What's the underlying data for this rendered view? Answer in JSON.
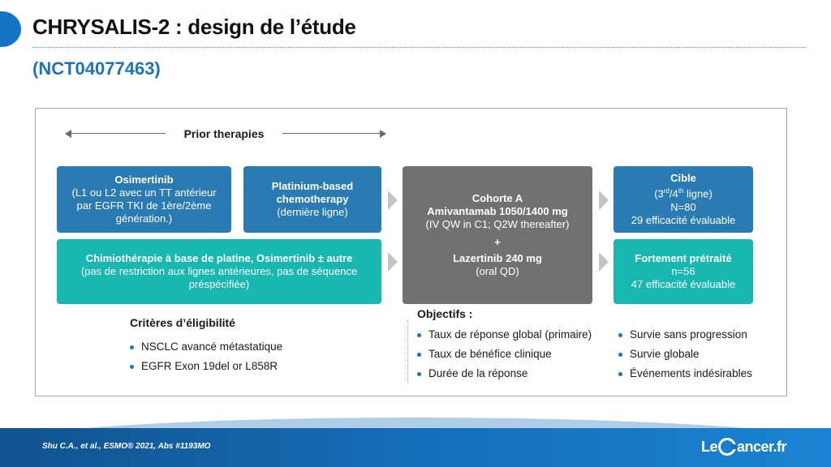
{
  "header": {
    "title": "CHRYSALIS-2 : design de l’étude",
    "subtitle": "(NCT04077463)"
  },
  "prior_label": "Prior therapies",
  "boxes": {
    "osimertinib": {
      "title": "Osimertinib",
      "body": "(L1 ou L2 avec un TT antérieur par EGFR TKI de 1ère/2ème génération.)"
    },
    "platinium": {
      "title": "Platinium-based chemotherapy",
      "body": "(dernière ligne)"
    },
    "chimio": {
      "title": "Chimiothérapie à base de platine, Osimertinib ± autre",
      "body": "(pas de restriction aux lignes antérieures, pas de séquence préspécifiée)"
    },
    "cohort": {
      "line1": "Cohorte A",
      "line2": "Amivantamab 1050/1400 mg",
      "line3": "(IV QW in C1; Q2W thereafter)",
      "plus": "+",
      "line4": "Lazertinib 240 mg",
      "line5": "(oral QD)"
    },
    "cible": {
      "title": "Cible",
      "line_open": "(3",
      "sup1": "rd",
      "line_mid": "/4",
      "sup2": "th",
      "line_close": " ligne)",
      "n": "N=80",
      "eval": "29 efficacité évaluable"
    },
    "fortement": {
      "title": "Fortement prétraité",
      "n": "n=56",
      "eval": "47 efficacité évaluable"
    }
  },
  "criteria": {
    "title": "Critères d’éligibilité",
    "items": [
      "NSCLC avancé métastatique",
      "EGFR Exon 19del or L858R"
    ]
  },
  "objectives": {
    "title": "Objectifs :",
    "col1": [
      "Taux de réponse global (primaire)",
      "Taux de bénéfice clinique",
      "Durée de la réponse"
    ],
    "col2": [
      "Survie sans progression",
      "Survie globale",
      "Événements indésirables"
    ]
  },
  "footer": {
    "citation": "Shu C.A., et al., ESMO® 2021, Abs #1193MO",
    "logo_left": "Le",
    "logo_right": "ancer.fr"
  },
  "colors": {
    "accent_blue": "#1e73be",
    "box_blue": "#2a7ab3",
    "box_teal": "#18b7b0",
    "box_grey": "#717171"
  }
}
